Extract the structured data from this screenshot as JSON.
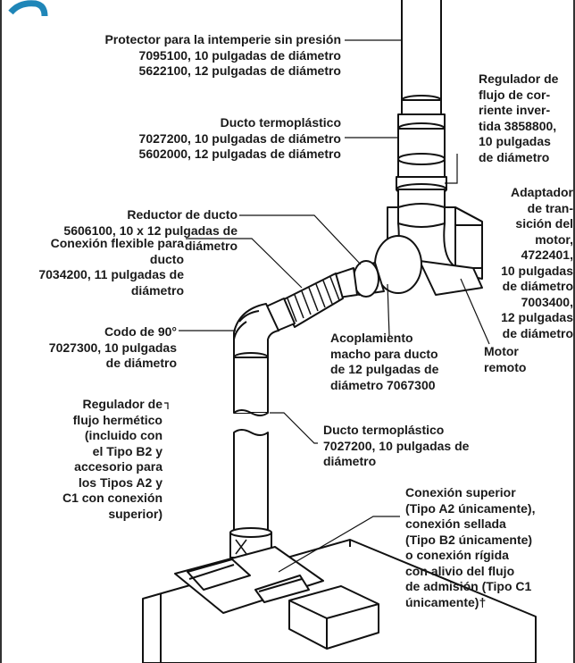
{
  "diagram": {
    "labels": {
      "weather_cap": "Protector para la intemperie sin presión\n7095100, 10 pulgadas de diámetro\n5622100, 12 pulgadas de diámetro",
      "thermo_duct_top": "Ducto termoplástico\n7027200, 10 pulgadas de diámetro\n5602000, 12 pulgadas de diámetro",
      "duct_reducer": "Reductor de ducto\n5606100, 10 x 12 pulgadas de\ndiámetro",
      "flex_connector": "Conexión flexible para\nducto\n7034200, 11 pulgadas de\ndiámetro",
      "elbow_90": "Codo de 90°\n7027300, 10 pulgadas\nde diámetro",
      "sealed_damper": "Regulador de\nflujo hermético\n(incluido con\nel Tipo B2 y\naccesorio para\nlos Tipos A2 y\nC1 con conexión\nsuperior)",
      "barometric_damper": "Regulador de\nflujo de cor-\nriente inver-\ntida 3858800,\n10 pulgadas\nde diámetro",
      "motor_adapter": "Adaptador\nde tran-\nsición del\nmotor,\n4722401,\n10 pulgadas\nde diámetro\n7003400,\n12 pulgadas\nde diámetro",
      "male_coupling": "Acoplamiento\nmacho para ducto\nde 12 pulgadas de\ndiámetro 7067300",
      "remote_motor": "Motor\nremoto",
      "thermo_duct_mid": "Ducto termoplástico\n7027200, 10 pulgadas de\ndiámetro",
      "top_connection": "Conexión superior\n(Tipo A2 únicamente),\nconexión sellada\n(Tipo B2 únicamente)\no conexión rígida\ncon alivio del flujo\nde admisión (Tipo C1\núnicamente)†"
    },
    "colors": {
      "frame_border": "#333333",
      "title_accent": "#1f86b8",
      "line_art": "#111111"
    }
  }
}
